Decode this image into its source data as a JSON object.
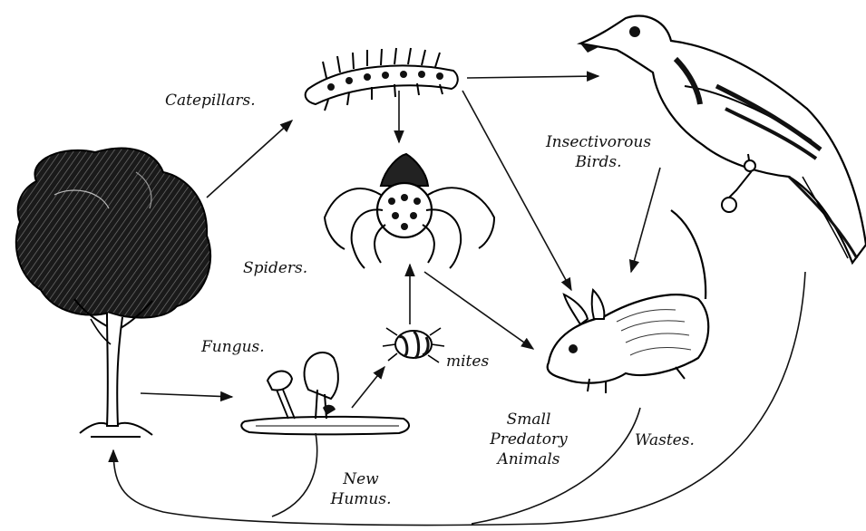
{
  "labels": {
    "caterpillars": "Catepillars.",
    "spiders": "Spiders.",
    "fungus": "Fungus.",
    "mites": "mites",
    "insectivorous_birds": [
      "Insectivorous",
      "Birds."
    ],
    "small_predatory_animals": [
      "Small",
      "Predatory",
      "Animals"
    ],
    "wastes": "Wastes.",
    "new_humus": [
      "New",
      "Humus."
    ]
  },
  "colors": {
    "ink": "#111111",
    "paper": "#ffffff"
  }
}
